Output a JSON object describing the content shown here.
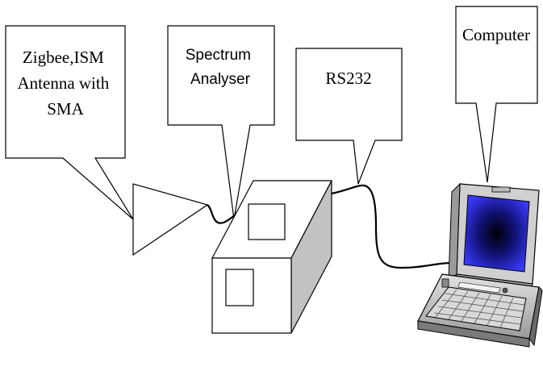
{
  "callouts": {
    "antenna": {
      "lines": [
        "Zigbee,ISM",
        "Antenna with",
        "SMA"
      ]
    },
    "analyser": {
      "lines": [
        "Spectrum",
        "Analyser"
      ]
    },
    "rs232": {
      "lines": [
        "RS232"
      ]
    },
    "computer": {
      "lines": [
        "Computer"
      ]
    }
  },
  "colors": {
    "stroke": "#000000",
    "box_side": "#bdbdbd",
    "screen_center": "#000010",
    "screen_edge": "#2a2ad0",
    "laptop_body": "#d4d4d4",
    "laptop_dark": "#8a8a8a"
  }
}
